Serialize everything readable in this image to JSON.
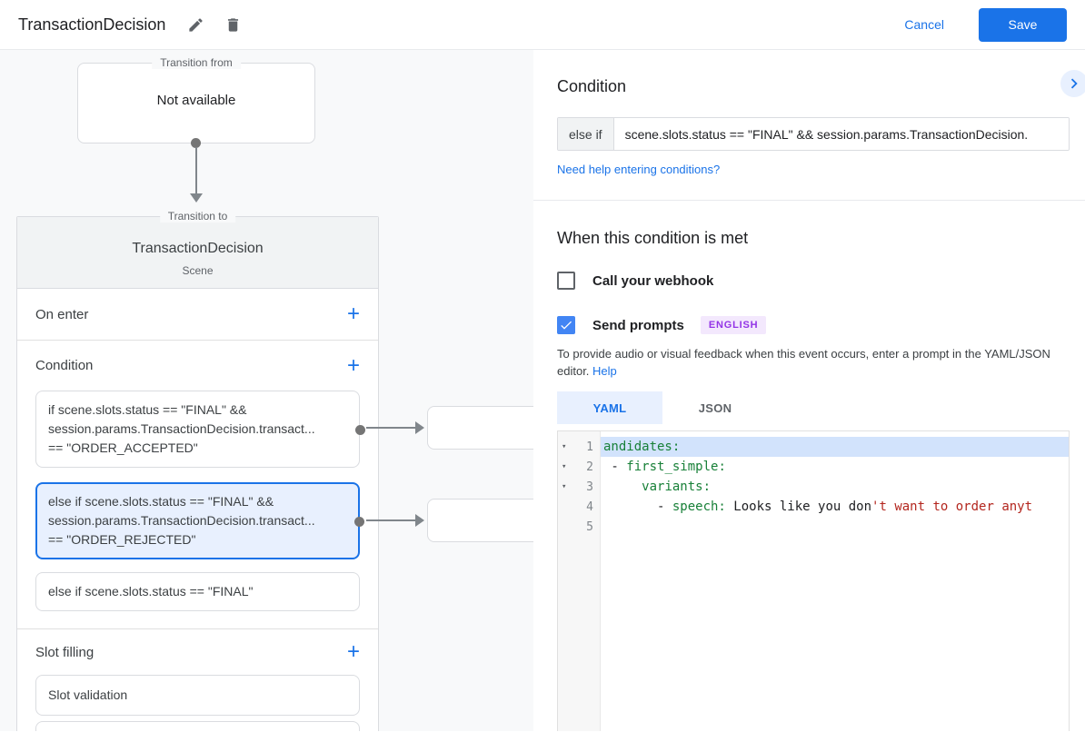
{
  "colors": {
    "accent_blue": "#1a73e8",
    "checkbox_blue": "#4285f4",
    "selected_card_bg": "#e8f0fe",
    "selected_card_border": "#1a73e8",
    "badge_text": "#9334e6",
    "badge_bg": "#f3e8fd",
    "yaml_key": "#188038",
    "yaml_string": "#b3261e",
    "line_highlight": "#d2e3fc",
    "diagram_bg": "#f8f9fa"
  },
  "icons": {
    "plus": "+",
    "fold": "▾"
  },
  "topbar": {
    "title": "TransactionDecision",
    "cancel": "Cancel",
    "save": "Save"
  },
  "diagram": {
    "from_box": {
      "legend": "Transition from",
      "text": "Not available"
    },
    "to_box": {
      "legend": "Transition to",
      "title": "TransactionDecision",
      "subtitle": "Scene",
      "on_enter_label": "On enter",
      "condition_label": "Condition",
      "slot_filling_label": "Slot filling",
      "condition_cards": [
        {
          "lines": [
            "if scene.slots.status == \"FINAL\" &&",
            "session.params.TransactionDecision.transact...",
            "== \"ORDER_ACCEPTED\""
          ]
        },
        {
          "lines": [
            "else if scene.slots.status == \"FINAL\" &&",
            "session.params.TransactionDecision.transact...",
            "== \"ORDER_REJECTED\""
          ]
        },
        {
          "lines": [
            "else if scene.slots.status == \"FINAL\""
          ]
        }
      ],
      "slot_cards": [
        "Slot validation"
      ]
    }
  },
  "panel": {
    "heading": "Condition",
    "condition": {
      "prefix": "else if",
      "value": "scene.slots.status == \"FINAL\" && session.params.TransactionDecision."
    },
    "help_link": "Need help entering conditions?",
    "when_heading": "When this condition is met",
    "webhook_label": "Call your webhook",
    "send_prompts_label": "Send prompts",
    "language_badge": "ENGLISH",
    "feedback_text": "To provide audio or visual feedback when this event occurs, enter a prompt in the YAML/JSON editor.",
    "feedback_help": "Help",
    "tabs": {
      "yaml": "YAML",
      "json": "JSON"
    },
    "editor": {
      "lines": [
        {
          "num": 1,
          "tokens": [
            {
              "c": "key",
              "t": "andidates:"
            }
          ]
        },
        {
          "num": 2,
          "tokens": [
            {
              "c": "plain",
              "t": " - "
            },
            {
              "c": "key",
              "t": "first_simple:"
            }
          ]
        },
        {
          "num": 3,
          "tokens": [
            {
              "c": "plain",
              "t": "     "
            },
            {
              "c": "key",
              "t": "variants:"
            }
          ]
        },
        {
          "num": 4,
          "tokens": [
            {
              "c": "plain",
              "t": "       - "
            },
            {
              "c": "key",
              "t": "speech:"
            },
            {
              "c": "plain",
              "t": " Looks like you don"
            },
            {
              "c": "string",
              "t": "'t want to order anyt"
            }
          ]
        },
        {
          "num": 5,
          "tokens": []
        }
      ]
    }
  }
}
